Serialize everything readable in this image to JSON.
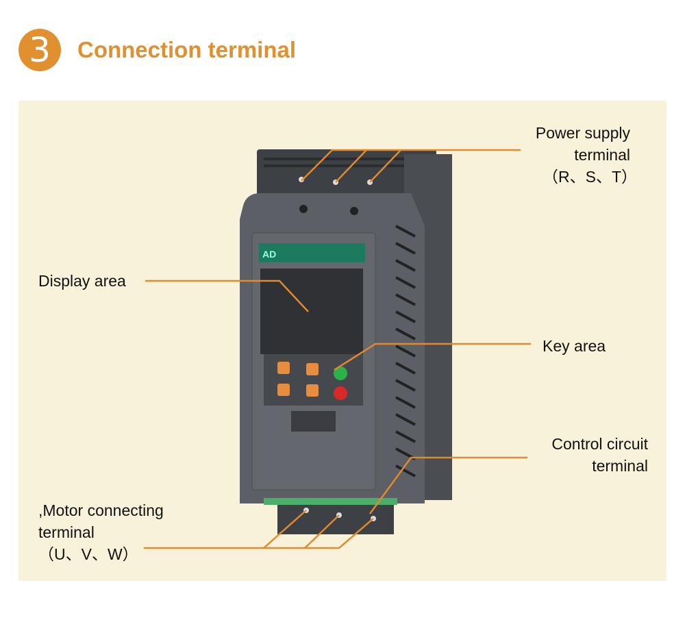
{
  "header": {
    "number": "3",
    "title": "Connection terminal"
  },
  "colors": {
    "accent": "#e0902f",
    "panel": "#f8f2da",
    "device": "#55585e",
    "logo_strip": "#1e7a5e"
  },
  "labels": {
    "power": [
      "Power supply",
      "terminal",
      "（R、S、T）"
    ],
    "display": "Display area",
    "key": "Key area",
    "control": [
      "Control circuit",
      "terminal"
    ],
    "motor": [
      ",Motor connecting",
      "terminal",
      "（U、V、W）"
    ]
  }
}
